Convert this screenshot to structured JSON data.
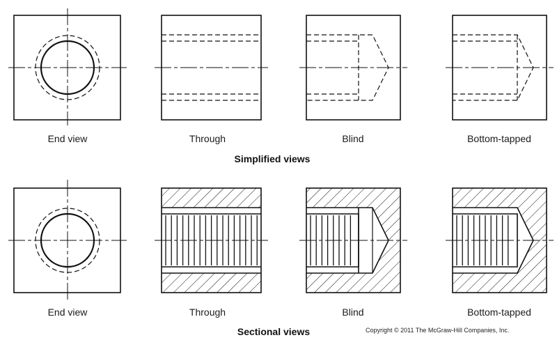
{
  "simplified": {
    "title": "Simplified views",
    "labels": [
      "End view",
      "Through",
      "Blind",
      "Bottom-tapped"
    ]
  },
  "sectional": {
    "title": "Sectional views",
    "labels": [
      "End view",
      "Through",
      "Blind",
      "Bottom-tapped"
    ]
  },
  "copyright": "Copyright © 2011 The McGraw-Hill Companies, Inc.",
  "colors": {
    "line": "#111111",
    "background": "#ffffff"
  }
}
